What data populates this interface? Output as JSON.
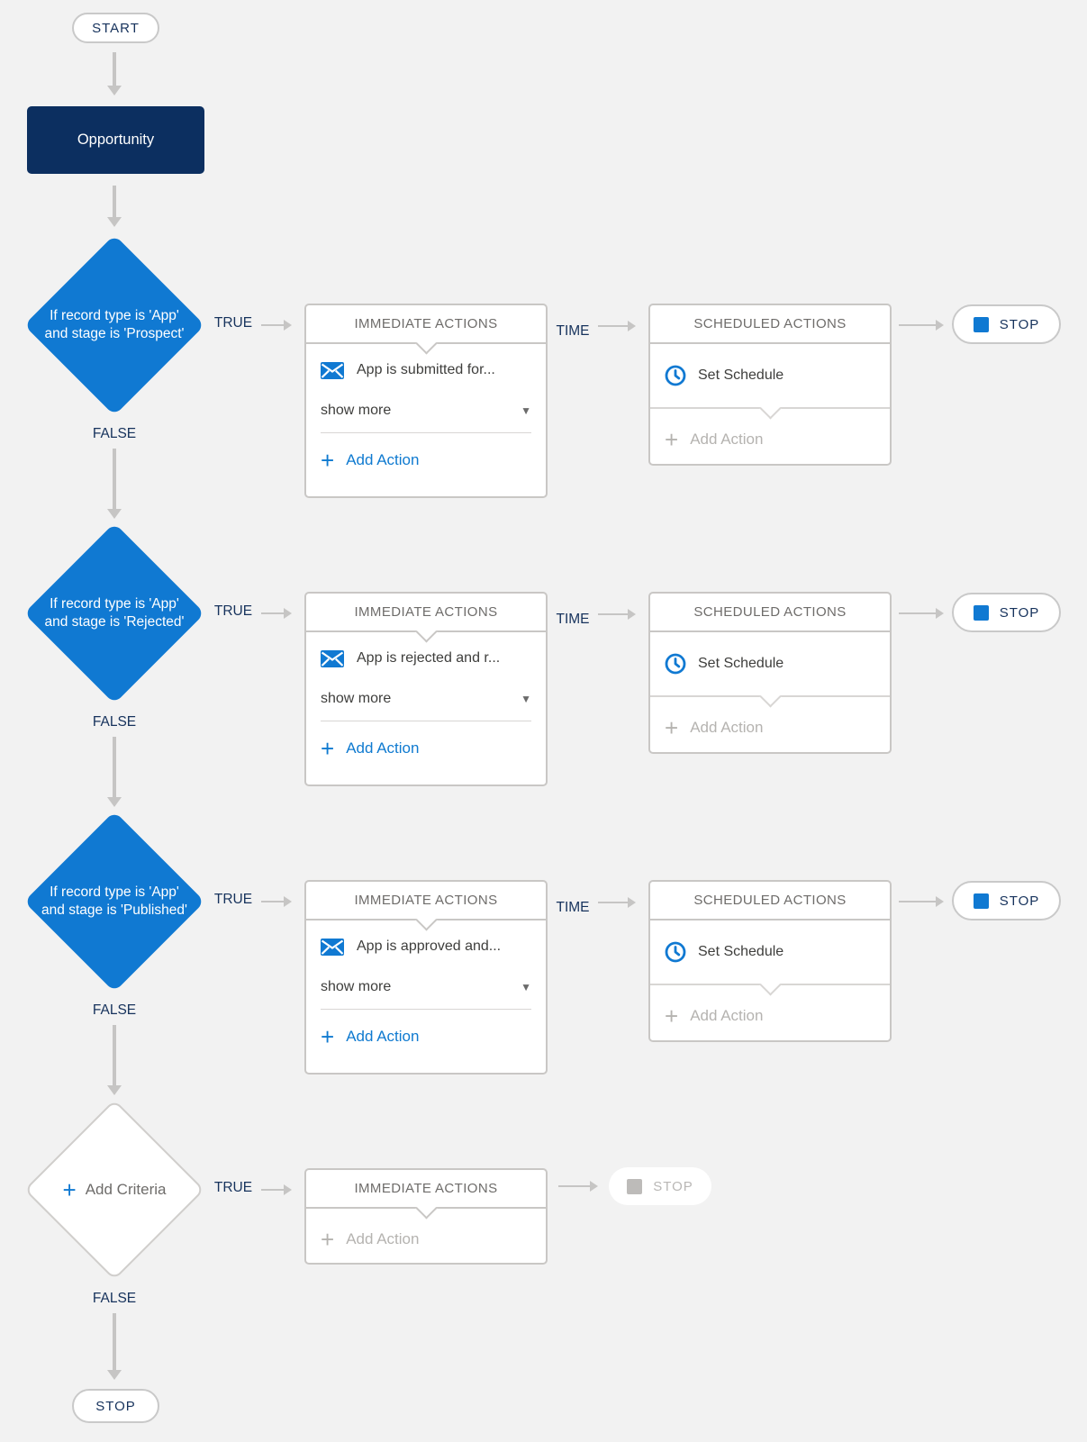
{
  "start": {
    "label": "START"
  },
  "trigger": {
    "label": "Opportunity"
  },
  "labels": {
    "true": "TRUE",
    "false": "FALSE",
    "time": "TIME",
    "stop": "STOP"
  },
  "cards": {
    "immediate_header": "IMMEDIATE ACTIONS",
    "scheduled_header": "SCHEDULED ACTIONS",
    "set_schedule": "Set Schedule",
    "show_more": "show more",
    "add_action": "Add Action",
    "add_criteria": "Add Criteria"
  },
  "criteria": [
    {
      "condition": "If record type is 'App' and stage is 'Prospect'",
      "immediate_action": "App is submitted for..."
    },
    {
      "condition": "If record type is 'App' and stage is 'Rejected'",
      "immediate_action": "App is rejected and r..."
    },
    {
      "condition": "If record type is 'App' and stage is 'Published'",
      "immediate_action": "App is approved and..."
    }
  ],
  "end": {
    "stop_label": "STOP"
  },
  "colors": {
    "accent_blue": "#1079d2",
    "navy_text": "#16325c",
    "trigger_bg": "#0c2f60",
    "background": "#f2f2f2",
    "card_border": "#c9c7c5",
    "disabled_text": "#b5b3b0"
  }
}
